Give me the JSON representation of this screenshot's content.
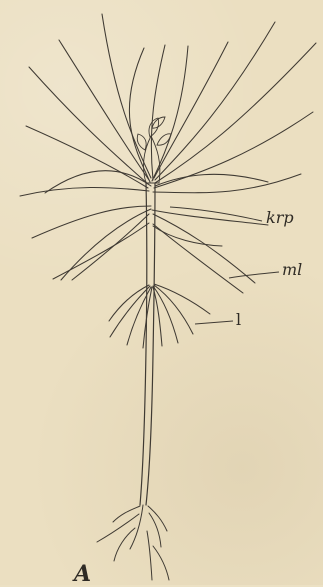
{
  "labels": {
    "krp": "krp",
    "ml": "ml",
    "l": "l",
    "figure_letter": "A"
  },
  "colors": {
    "background": "#ebdfc1",
    "ink": "#3f3a33"
  }
}
